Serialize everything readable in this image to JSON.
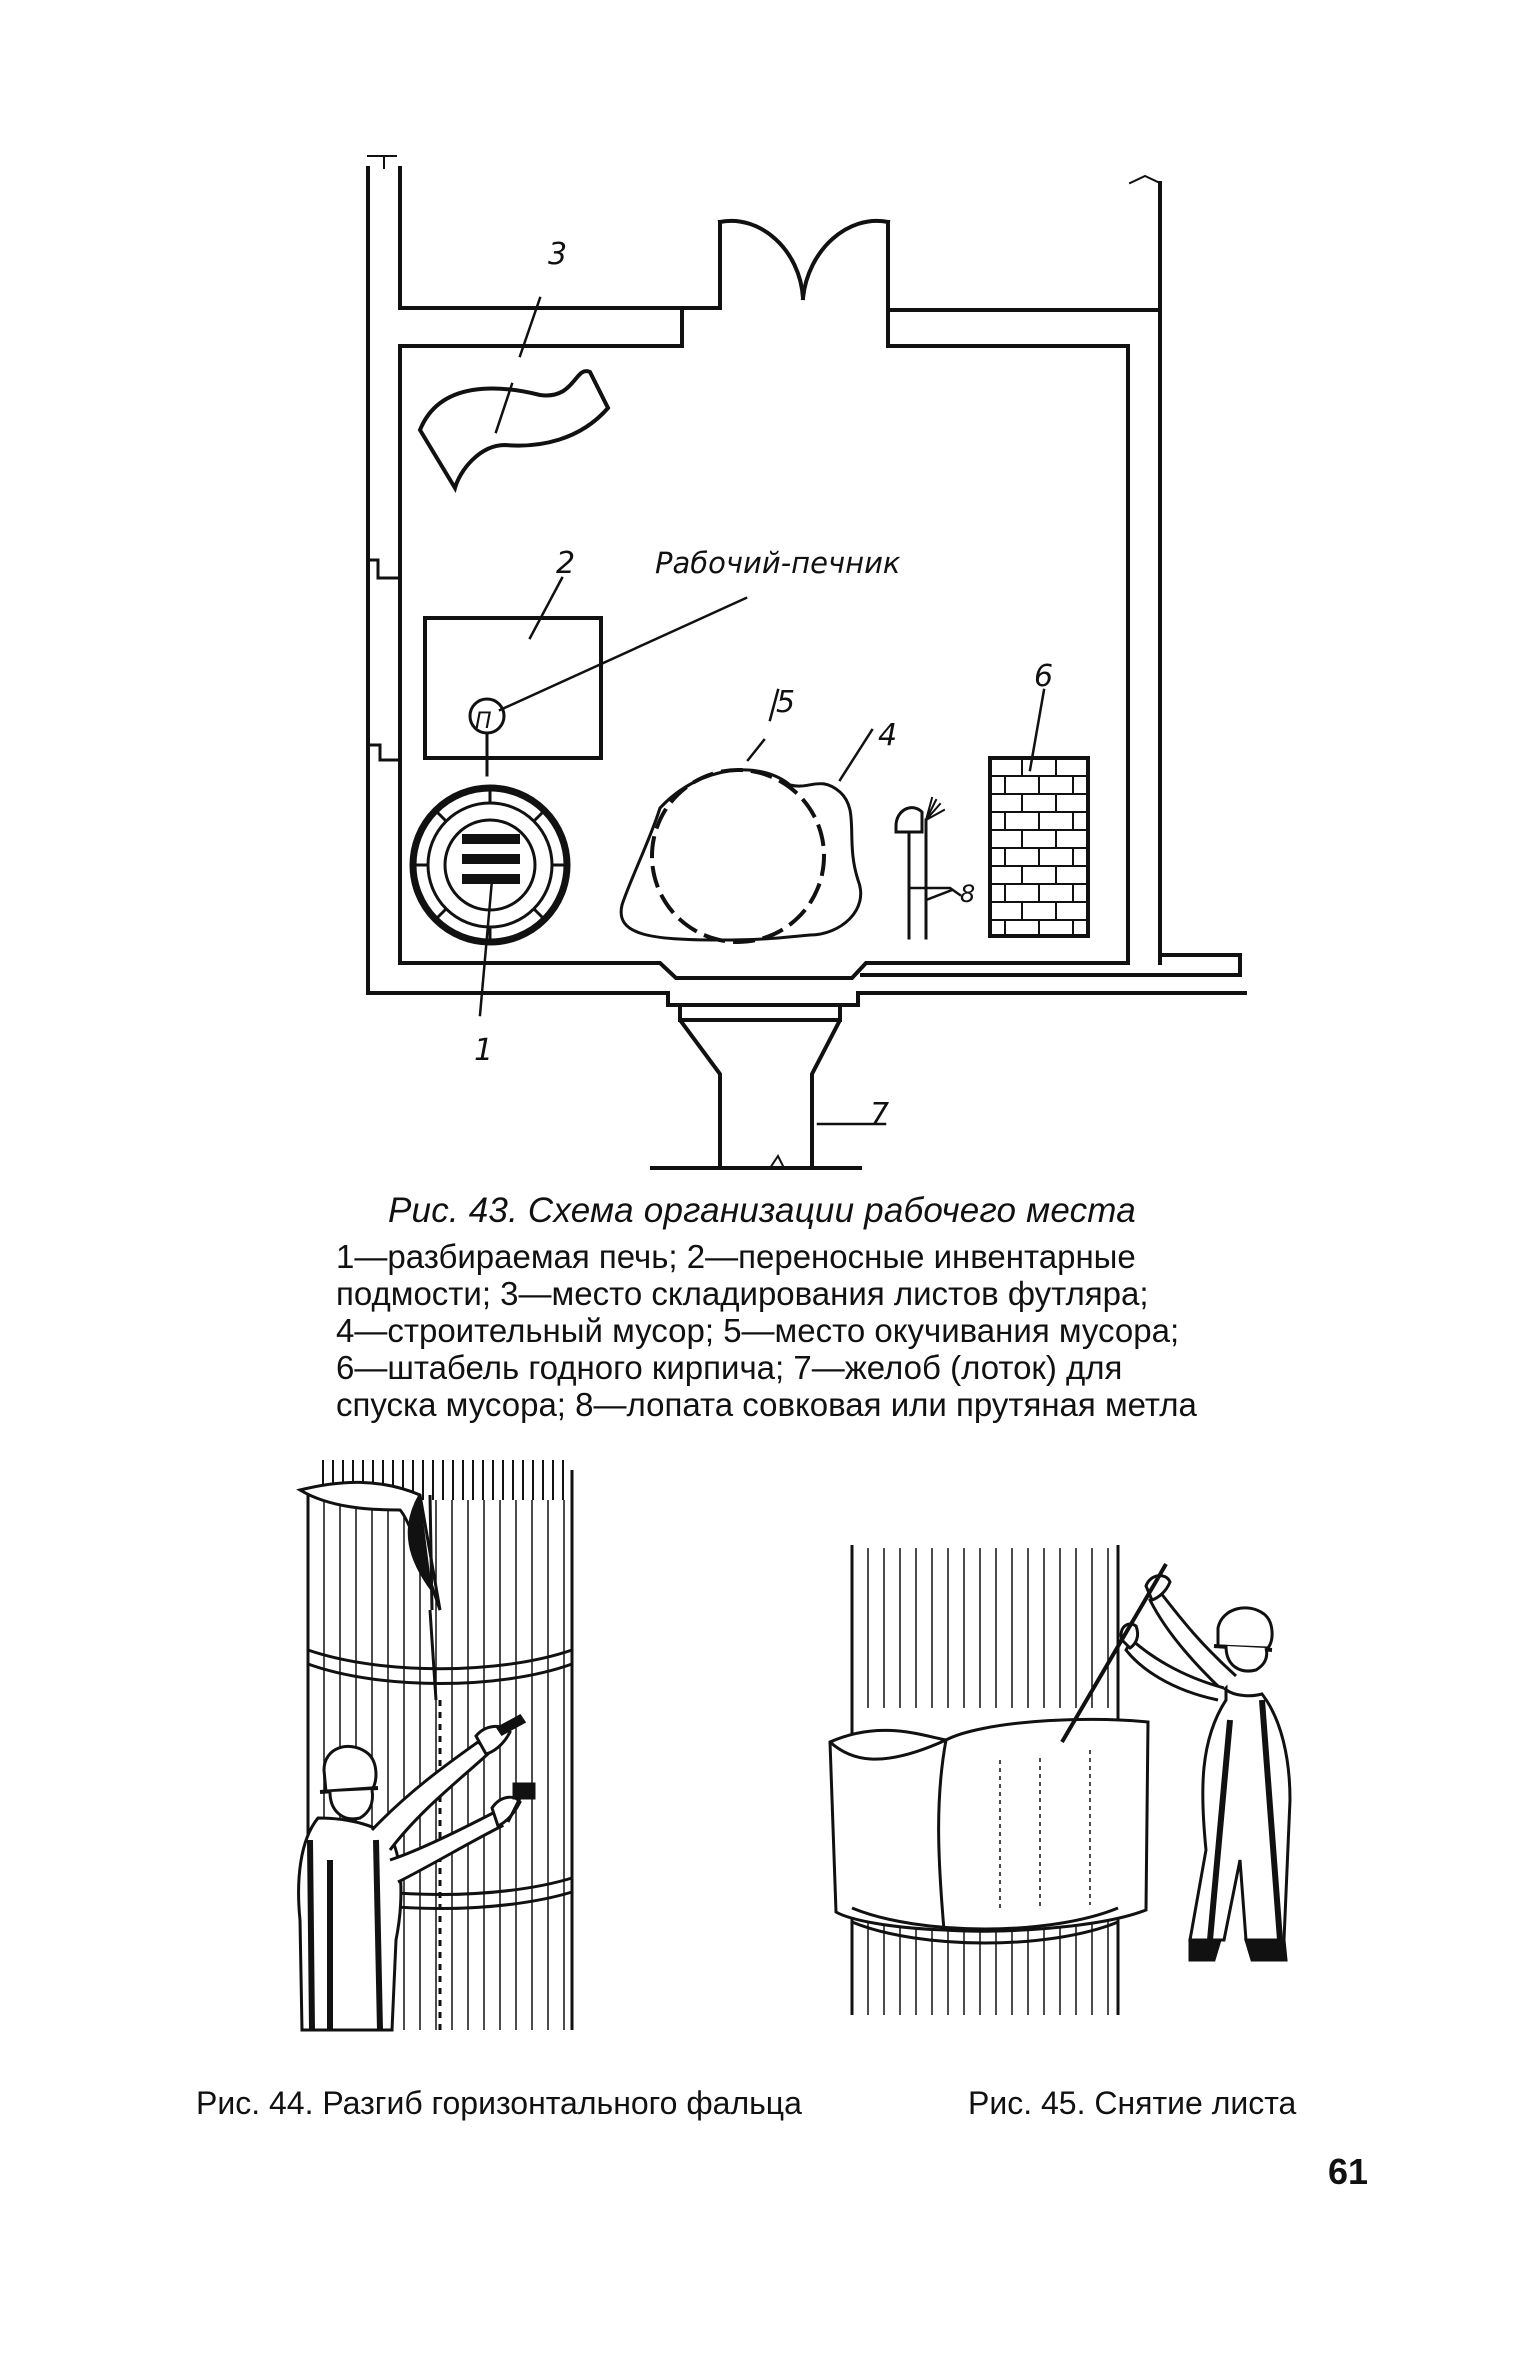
{
  "fig43": {
    "diagram_labels": {
      "n1": "1",
      "n2": "2",
      "n3": "3",
      "n4": "4",
      "n5": "5",
      "n6": "6",
      "n7": "7",
      "n8": "8",
      "worker": "Рабочий-печник",
      "worker_symbol": "П"
    },
    "caption_title": "Рис. 43. Схема организации рабочего места",
    "caption_lines": [
      "1—разбираемая печь; 2—переносные инвентарные",
      "подмости; 3—место складирования листов футляра;",
      "4—строительный мусор; 5—место окучивания мусора;",
      "6—штабель годного кирпича; 7—желоб (лоток) для",
      "спуска мусора; 8—лопата совковая или прутяная метла"
    ]
  },
  "fig44": {
    "caption": "Рис. 44. Разгиб горизонтального фальца"
  },
  "fig45": {
    "caption": "Рис. 45. Снятие листа"
  },
  "page_number": "61"
}
